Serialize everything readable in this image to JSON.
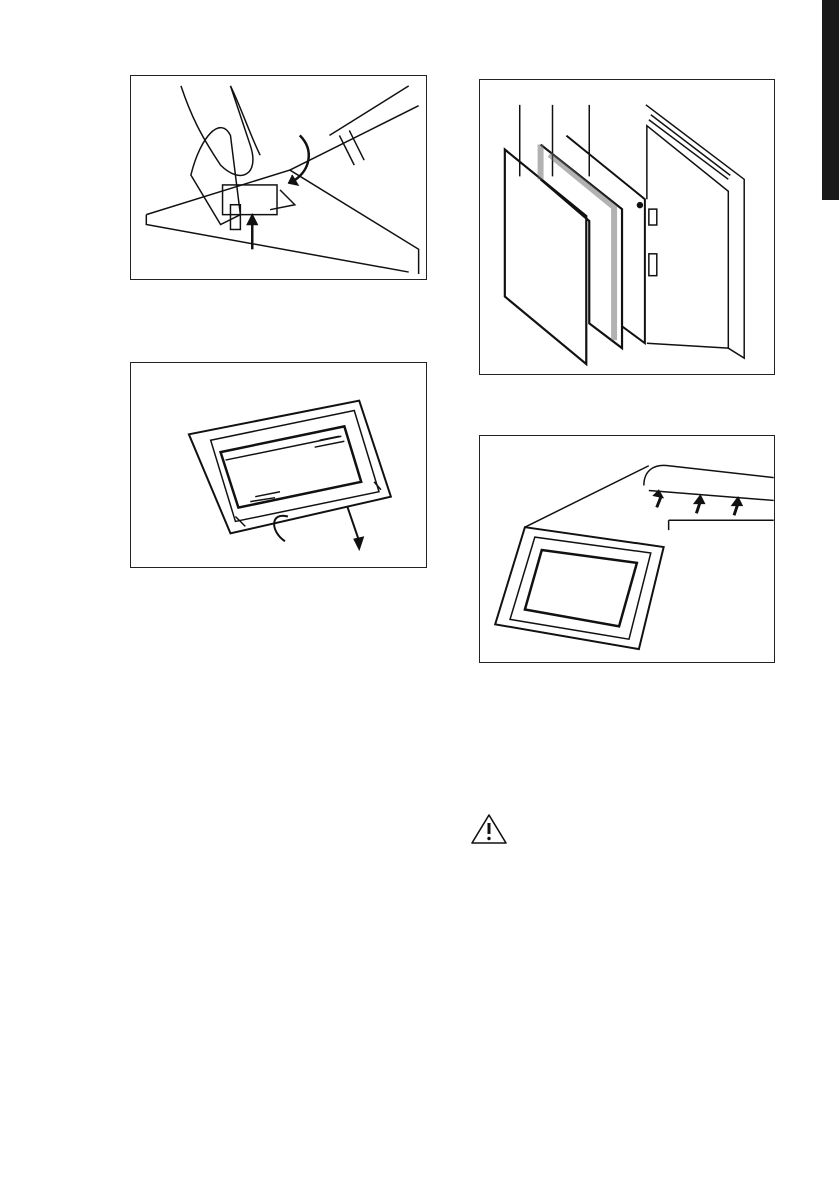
{
  "page": {
    "figures": [
      {
        "id": "fig1",
        "depicts": "hinge-lever-release"
      },
      {
        "id": "fig2",
        "depicts": "door-trim-removal"
      },
      {
        "id": "fig3",
        "depicts": "door-glass-panels-exploded"
      },
      {
        "id": "fig4",
        "depicts": "door-trim-reinstall"
      }
    ],
    "warning_icon": "warning-triangle-icon",
    "accent_bar_color": "#1a1a1a"
  }
}
